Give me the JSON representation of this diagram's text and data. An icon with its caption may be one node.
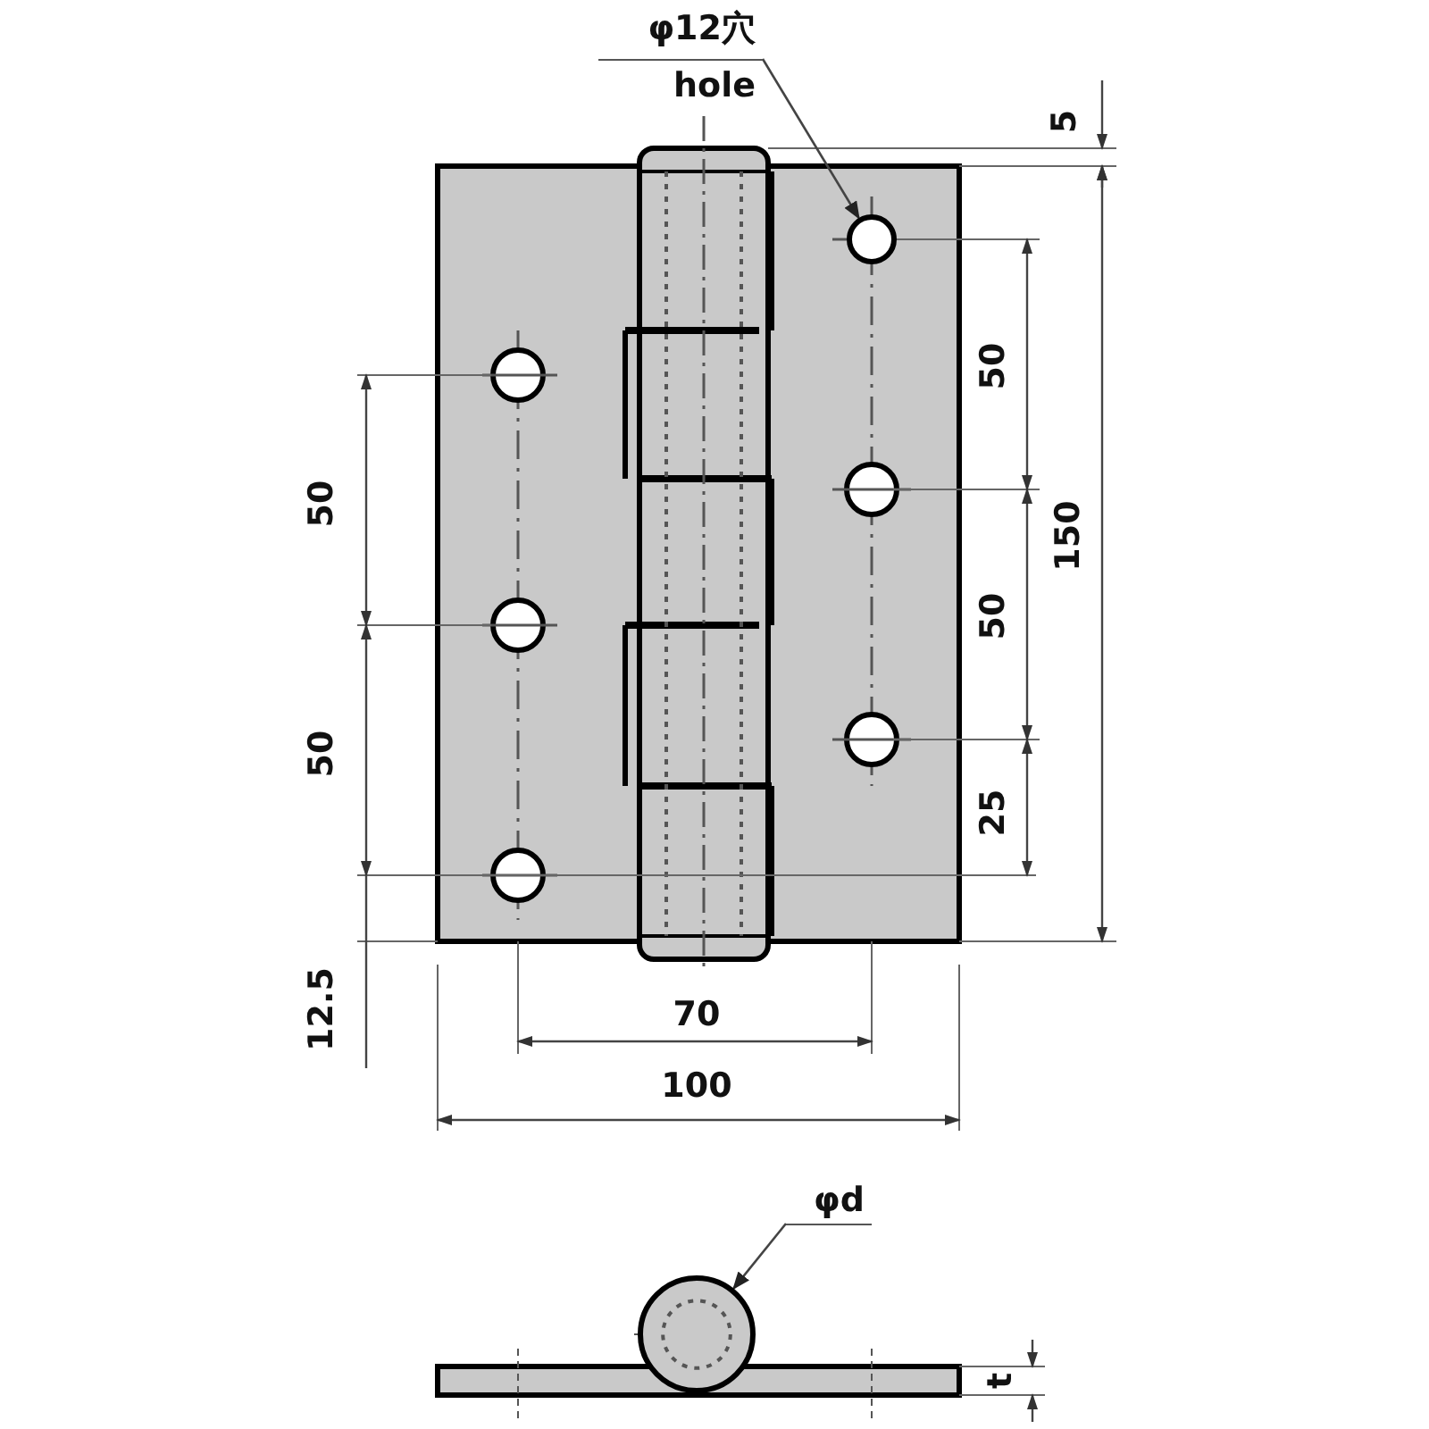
{
  "diagram": {
    "nodes": [
      {
        "text": [
          "φ12穴",
          "hole"
        ]
      },
      {
        "text": [],
        "shape": "circle"
      },
      {
        "text": [
          "φd"
        ]
      },
      {
        "text": [],
        "shape": "circle"
      }
    ],
    "edges": [
      {
        "from": 0,
        "to": 1,
        "arrow": "to"
      },
      {
        "from": 2,
        "to": 3,
        "arrow": "to"
      }
    ],
    "labels": [
      "5",
      "50",
      "150",
      "50",
      "50",
      "50",
      "25",
      "12.5",
      "70",
      "100",
      "t"
    ]
  }
}
